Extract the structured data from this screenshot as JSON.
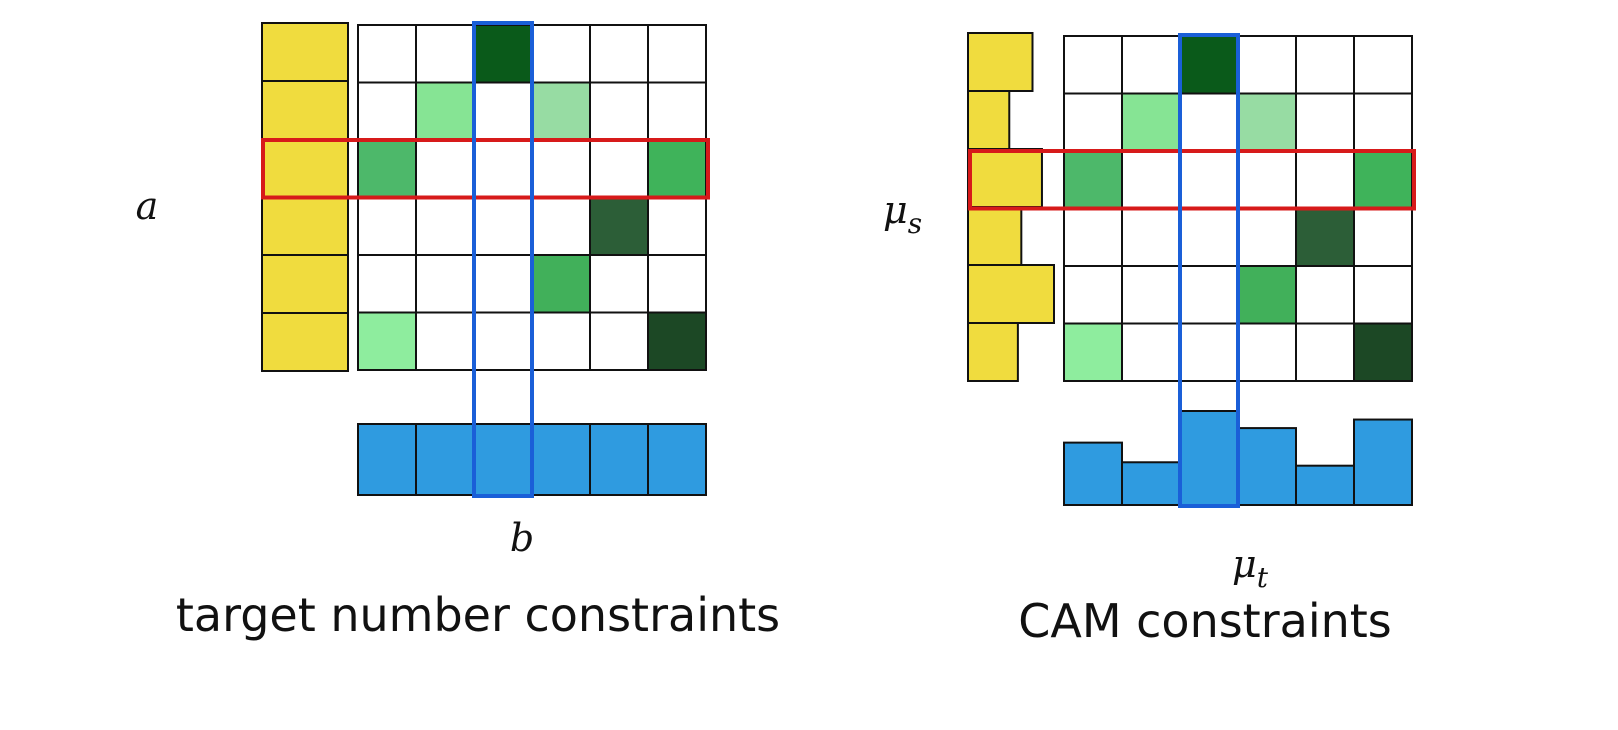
{
  "colors": {
    "yellow": "#f0dc3e",
    "blue_bar": "#2f9be0",
    "red_outline": "#d71a1a",
    "blue_outline": "#1a5fd8",
    "grid_line": "#111111",
    "empty_cell": "#ffffff"
  },
  "cell_colors": {
    "dark": "#0a5a1a",
    "light": "#86e494",
    "pale": "#97dca3",
    "mid": "#4db86a",
    "bright": "#3fb35a",
    "forest": "#2c5e37",
    "vivid": "#41b05a",
    "mint": "#8eed9e",
    "deep": "#1c4825"
  },
  "grid_cells": [
    [
      "",
      "",
      "dark",
      "",
      "",
      ""
    ],
    [
      "",
      "light",
      "",
      "pale",
      "",
      ""
    ],
    [
      "mid",
      "",
      "",
      "",
      "",
      "bright"
    ],
    [
      "",
      "",
      "",
      "",
      "forest",
      ""
    ],
    [
      "",
      "",
      "",
      "vivid",
      "",
      ""
    ],
    [
      "mint",
      "",
      "",
      "",
      "",
      "deep"
    ]
  ],
  "highlight": {
    "row": 2,
    "col": 2
  },
  "left_panel": {
    "row_marginal_label": "a",
    "col_marginal_label": "b",
    "caption": "target number constraints",
    "row_marginal": [
      1,
      1,
      1,
      1,
      1,
      1
    ],
    "col_marginal": [
      1,
      1,
      1,
      1,
      1,
      1
    ]
  },
  "right_panel": {
    "row_marginal_label_base": "μ",
    "row_marginal_label_sub": "s",
    "col_marginal_label_base": "μ",
    "col_marginal_label_sub": "t",
    "caption": "CAM constraints",
    "row_marginal": [
      0.75,
      0.48,
      0.86,
      0.62,
      1.0,
      0.58
    ],
    "col_marginal": [
      0.73,
      0.5,
      1.1,
      0.9,
      0.46,
      1.0
    ]
  }
}
